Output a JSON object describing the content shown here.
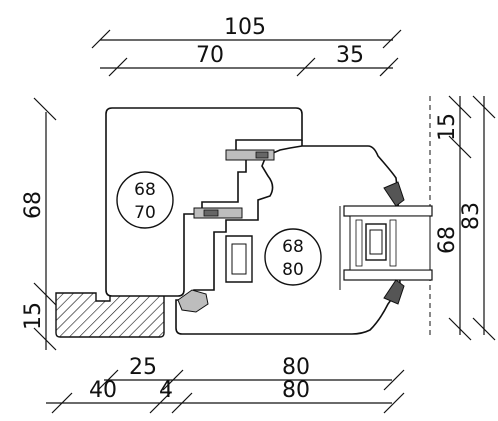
{
  "dimensions": {
    "top_total": "105",
    "top_left": "70",
    "top_right": "35",
    "left_height": "68",
    "left_bottom": "15",
    "right_top": "15",
    "right_middle": "68",
    "right_total": "83",
    "bottom_row1_left": "25",
    "bottom_row1_right": "80",
    "bottom_row2_left": "40",
    "bottom_row2_mid": "4",
    "bottom_row2_right": "80"
  },
  "bubbles": {
    "sash": {
      "top": "68",
      "bottom": "70"
    },
    "frame": {
      "top": "68",
      "bottom": "80"
    }
  },
  "colors": {
    "line": "#111111",
    "glass_edge": "#3a3a3a",
    "hatch": "#111111"
  }
}
